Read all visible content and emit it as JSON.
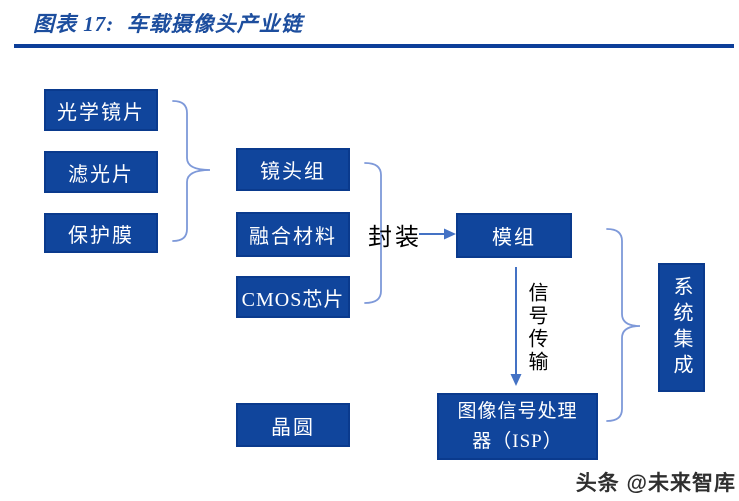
{
  "title": "图表 17:  车载摄像头产业链",
  "nodes": {
    "optical_lens": "光学镜片",
    "filter": "滤光片",
    "protective_film": "保护膜",
    "lens_group": "镜头组",
    "fusion_material": "融合材料",
    "cmos_chip": "CMOS芯片",
    "module": "模组",
    "wafer": "晶圆",
    "isp": "图像信号处理器（ISP）",
    "system_integration": "系统集成"
  },
  "flow_labels": {
    "packaging": "封装",
    "signal_transmission": "信号传输"
  },
  "watermark": "头条 @未来智库",
  "colors": {
    "box_fill": "#10459c",
    "box_border": "#0a3a8d",
    "box_text": "#ffffff",
    "brace": "#7e99d9",
    "arrow": "#4472c4",
    "title_text": "#1d4e9e",
    "title_rule": "#0d3e99",
    "flow_label_text": "#000000"
  }
}
